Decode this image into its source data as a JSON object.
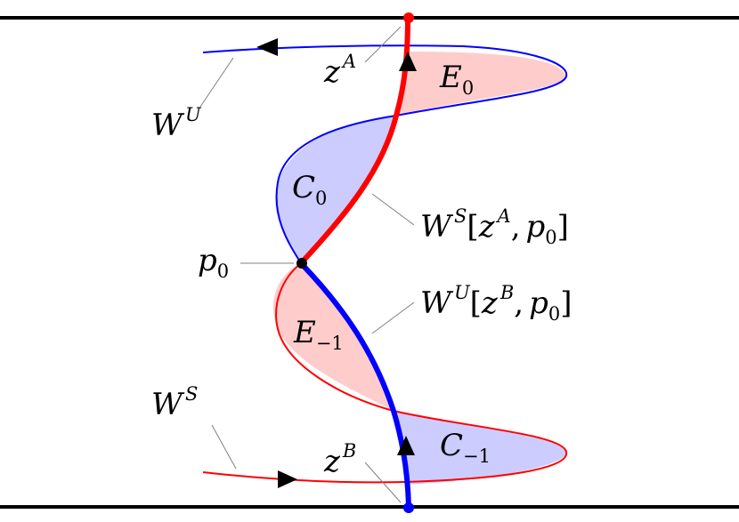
{
  "colors": {
    "unstable_manifold": "#0000ff",
    "stable_manifold": "#ff0000",
    "lobe_red_fill": "#ffcccc",
    "lobe_blue_fill": "#ccccff",
    "boundary": "#000000",
    "point": "#000000"
  },
  "labels": {
    "zA": {
      "base": "z",
      "sup": "A"
    },
    "zB": {
      "base": "z",
      "sup": "B"
    },
    "WU": {
      "base": "W",
      "sup": "U"
    },
    "WS": {
      "base": "W",
      "sup": "S"
    },
    "E0": {
      "base": "E",
      "sub": "0"
    },
    "C0": {
      "base": "C",
      "sub": "0"
    },
    "Em1": {
      "base": "E",
      "sub": "−1"
    },
    "Cm1": {
      "base": "C",
      "sub": "−1"
    },
    "p0": {
      "base": "p",
      "sub": "0"
    },
    "WSseg": {
      "base": "W",
      "sup": "S",
      "open": "[",
      "z": "z",
      "zsup": "A",
      "comma": ",",
      "p": "p",
      "psub": "0",
      "close": "]"
    },
    "WUseg": {
      "base": "W",
      "sup": "U",
      "open": "[",
      "z": "z",
      "zsup": "B",
      "comma": ",",
      "p": "p",
      "psub": "0",
      "close": "]"
    }
  }
}
